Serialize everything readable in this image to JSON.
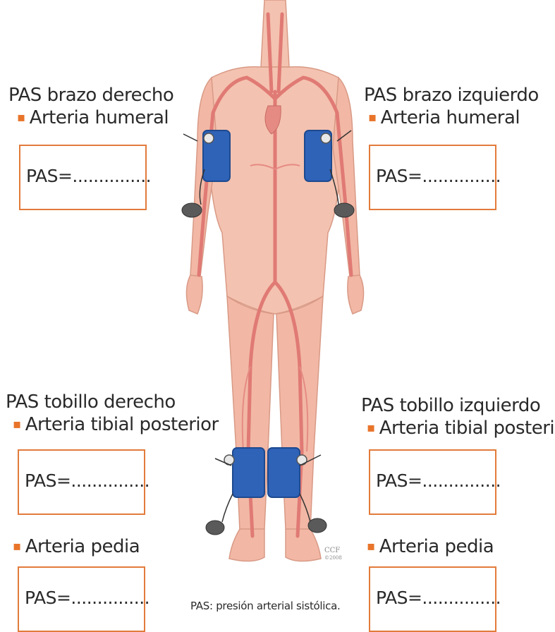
{
  "diagram": {
    "right_arm": {
      "title": "PAS brazo derecho",
      "artery": "Arteria humeral",
      "field": "PAS=..............."
    },
    "left_arm": {
      "title": "PAS brazo izquierdo",
      "artery": "Arteria humeral",
      "field": "PAS=..............."
    },
    "right_ankle": {
      "title": "PAS tobillo derecho",
      "artery_posterior": "Arteria tibial posterior",
      "field_posterior": "PAS=...............",
      "artery_pedia": "Arteria pedia",
      "field_pedia": "PAS=..............."
    },
    "left_ankle": {
      "title": "PAS tobillo izquierdo",
      "artery_posterior": "Arteria tibial posterior",
      "field_posterior": "PAS=...............",
      "artery_pedia": "Arteria pedia",
      "field_pedia": "PAS=..............."
    },
    "footnote": "PAS: presión arterial sistólica.",
    "watermark_line1": "CCF",
    "watermark_line2": "©2008",
    "bullet_glyph": "▪",
    "colors": {
      "accent": "#e8742a",
      "box_border": "#e27b3b",
      "skin": "#f2b8a5",
      "artery": "#e07a74",
      "cuff": "#2f63b8"
    },
    "icons": [
      "body-figure-icon",
      "blood-pressure-cuff-icon",
      "sphygmomanometer-bulb-icon"
    ]
  }
}
